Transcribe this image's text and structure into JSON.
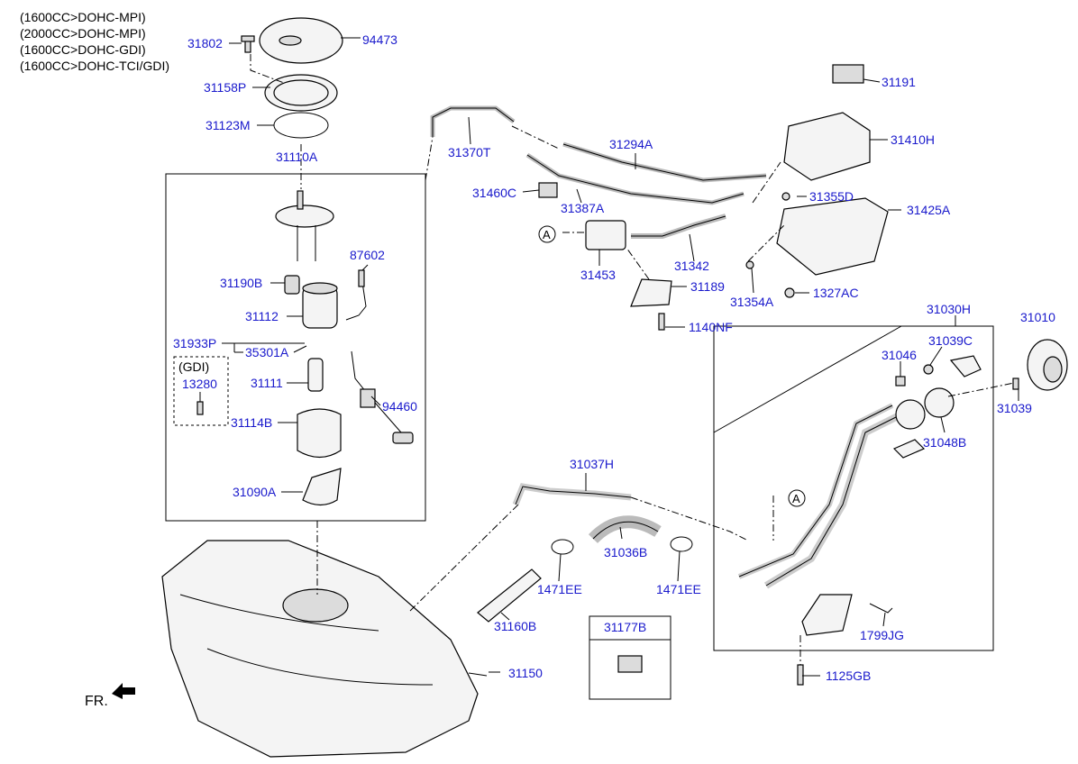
{
  "engine_notes": [
    "(1600CC>DOHC-MPI)",
    "(2000CC>DOHC-MPI)",
    "(1600CC>DOHC-GDI)",
    "(1600CC>DOHC-TCI/GDI)"
  ],
  "gdi_label": "(GDI)",
  "front_label": "FR.",
  "ref_marker": "A",
  "parts": {
    "p31802": "31802",
    "p94473": "94473",
    "p31158P": "31158P",
    "p31123M": "31123M",
    "p31110A": "31110A",
    "p31370T": "31370T",
    "p31294A": "31294A",
    "p31191": "31191",
    "p31410H": "31410H",
    "p31460C": "31460C",
    "p31387A": "31387A",
    "p31355D": "31355D",
    "p31425A": "31425A",
    "p31453": "31453",
    "p31342": "31342",
    "p31189": "31189",
    "p31354A": "31354A",
    "p1327AC": "1327AC",
    "p1140NF": "1140NF",
    "p87602": "87602",
    "p31190B": "31190B",
    "p31112": "31112",
    "p31933P": "31933P",
    "p35301A": "35301A",
    "p13280": "13280",
    "p31111": "31111",
    "p94460": "94460",
    "p31114B": "31114B",
    "p31090A": "31090A",
    "p31030H": "31030H",
    "p31010": "31010",
    "p31039C": "31039C",
    "p31046": "31046",
    "p31039": "31039",
    "p31048B": "31048B",
    "p31037H": "31037H",
    "p31036B": "31036B",
    "p1471EE_a": "1471EE",
    "p1471EE_b": "1471EE",
    "p31160B": "31160B",
    "p31177B": "31177B",
    "p31150": "31150",
    "p1799JG": "1799JG",
    "p1125GB": "1125GB"
  }
}
